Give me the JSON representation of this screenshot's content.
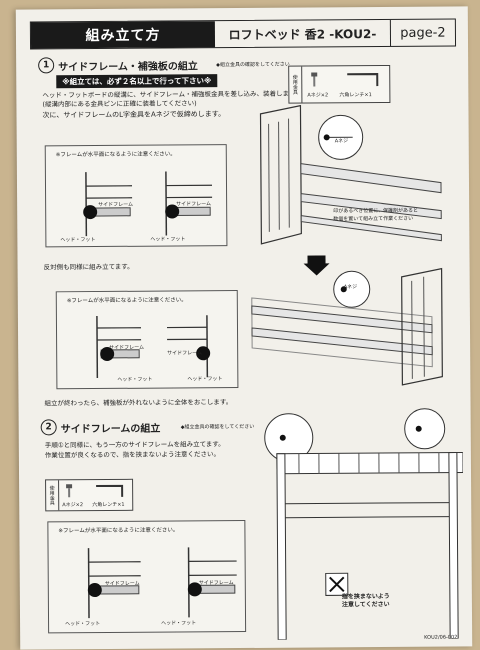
{
  "header": {
    "section_title": "組み立て方",
    "product": "ロフトベッド 香2 -KOU2-",
    "page": "page-2"
  },
  "step1": {
    "number": "1",
    "title": "サイドフレーム・補強板の組立",
    "check_note": "◆組立金具の確認をしてください",
    "warning": "※組立ては、必ず２名以上で行って下さい※",
    "lines": [
      "ヘッド・フットボードの縦溝に、サイドフレーム・補強板金具を差し込み、装着します。",
      "(縦溝内部にある金具ピンに正確に装着してください)",
      "次に、サイドフレームのL字金具をAネジで仮締めします。"
    ],
    "box_caption": "※フレームが水平面になるように注意ください。",
    "label_side_frame": "サイドフレーム",
    "label_head_foot": "ヘッド・フット",
    "tool_note_1": "印があるべき位置に、保護剤があると",
    "tool_note_2": "数個を置いて組み立て作業ください",
    "reverse_note": "反対側も同様に組み立てます。",
    "done_note": "組立が終わったら、補強板が外れないように全体をおこします。",
    "screw_label": "Aネジ"
  },
  "parts": {
    "label": "使用金具",
    "screw": "Aネジ×2",
    "wrench": "六角レンチ×1"
  },
  "step2": {
    "number": "2",
    "title": "サイドフレームの組立",
    "check_note": "◆組立金具の確認をしてください",
    "lines": [
      "手順①と同様に、もう一方のサイドフレームを組み立てます。",
      "作業位置が良くなるので、指を挟まないよう注意ください。"
    ],
    "box_caption": "※フレームが水平面になるように注意ください。",
    "caution_1": "指を挟まないよう",
    "caution_2": "注意してください"
  },
  "footer_code": "KOU2/06-002"
}
